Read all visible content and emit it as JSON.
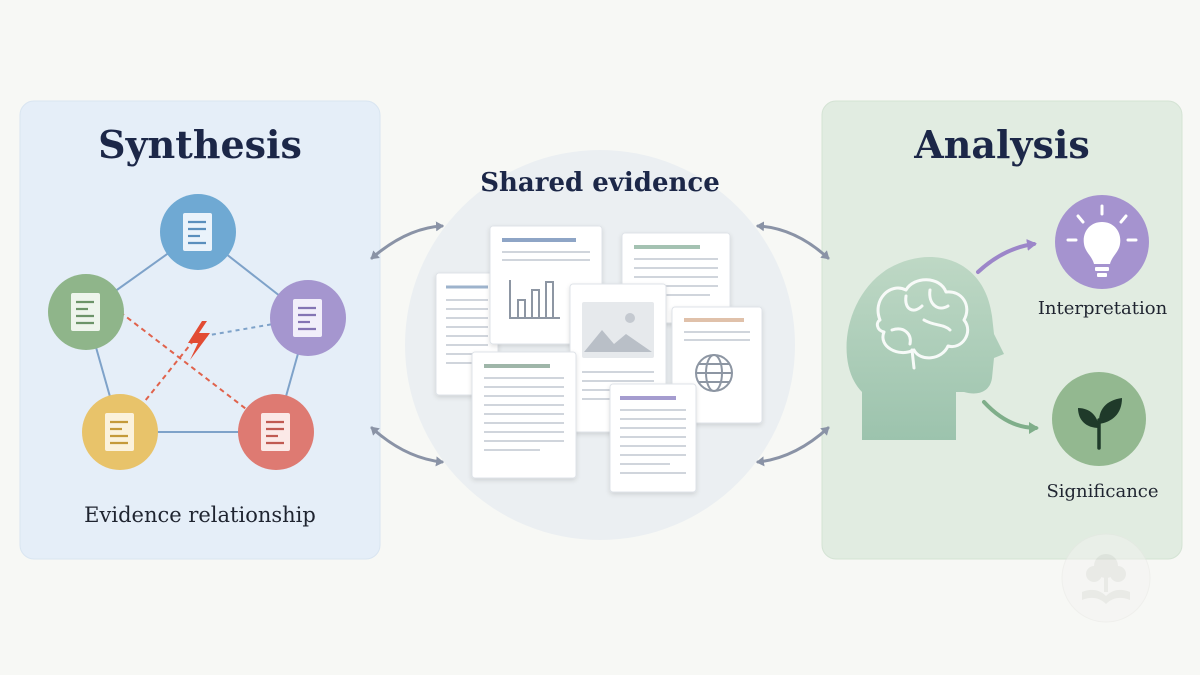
{
  "synthesis": {
    "title": "Synthesis",
    "caption": "Evidence relationship"
  },
  "shared": {
    "title": "Shared evidence"
  },
  "analysis": {
    "title": "Analysis",
    "outcomes": [
      "Interpretation",
      "Significance"
    ]
  },
  "icons": {
    "network_nodes": [
      "document-icon",
      "document-icon",
      "document-icon",
      "document-icon",
      "document-icon"
    ],
    "conflict": "lightning-bolt-icon",
    "head": "brain-head-icon",
    "interpretation": "lightbulb-icon",
    "significance": "sprout-icon",
    "watermark": "book-tree-logo"
  },
  "colors": {
    "synthesis_panel": "#e4eef8",
    "shared_circle": "#ebeff2",
    "analysis_panel": "#e0ece0",
    "node_blue": "#6fa9d3",
    "node_purple": "#a596cf",
    "node_green": "#8fb58a",
    "node_yellow": "#e8c36a",
    "node_red": "#de7a72",
    "conflict_red": "#e0503a",
    "heading": "#1c2748"
  }
}
